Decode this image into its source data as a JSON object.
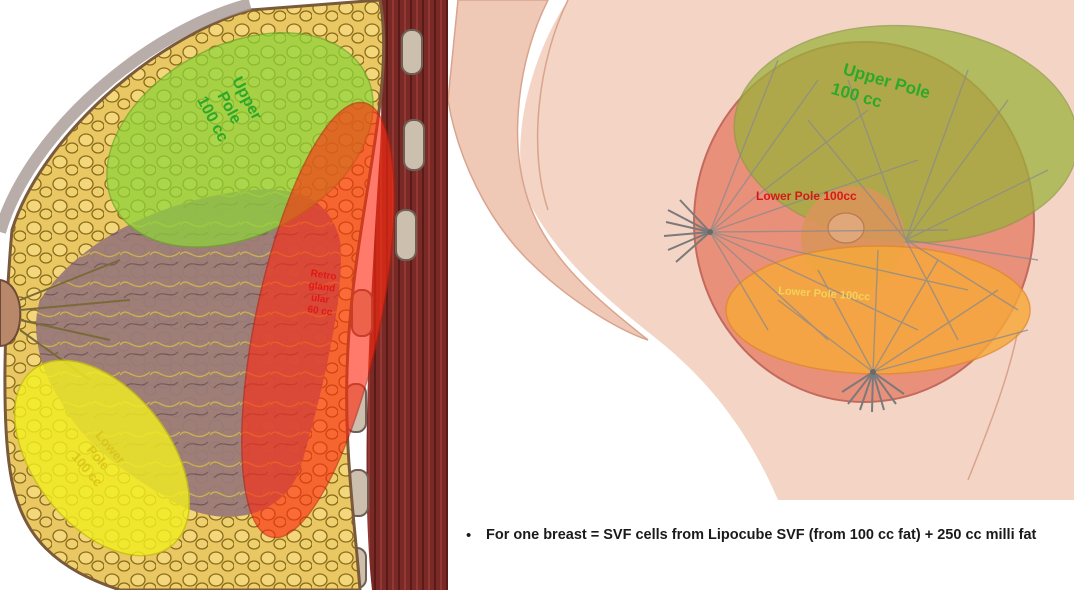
{
  "left": {
    "upper_pole": {
      "lines": [
        "Upper",
        "Pole",
        "100 cc"
      ],
      "color": "#2ea82a"
    },
    "retro": {
      "lines": [
        "Retro",
        "gland",
        "ular",
        "60 cc"
      ],
      "color": "#e01818"
    },
    "lower_pole": {
      "lines": [
        "Lower",
        "Pole",
        "100 cc"
      ],
      "color": "#d9c21a"
    }
  },
  "right": {
    "upper_pole": {
      "lines": [
        "Upper Pole",
        "100 cc"
      ],
      "color": "#2ea82a"
    },
    "lower_pole_red": {
      "text": "Lower Pole 100cc",
      "color": "#d81818"
    },
    "lower_pole_yellow": {
      "text": "Lower Pole 100cc",
      "color": "#f2d45a"
    }
  },
  "caption": {
    "bullet": "•",
    "text": "For one breast = SVF cells from Lipocube SVF (from 100 cc fat) + 250 cc milli fat"
  }
}
